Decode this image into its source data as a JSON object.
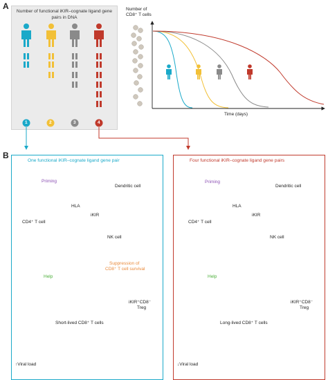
{
  "panel_a": {
    "letter": "A",
    "box_title": "Number of functional iKIR–cognate ligand gene pairs in DNA",
    "numbers": [
      "1",
      "2",
      "3",
      "4"
    ],
    "chart": {
      "ylabel_line1": "Number of",
      "ylabel_line2": "CD8⁺ T cells",
      "xlabel": "Time (days)"
    }
  },
  "panel_b": {
    "letter": "B",
    "left": {
      "title": "One functional iKIR–cognate ligand gene pair",
      "priming": "Priming",
      "dendritic_cell": "Dendritic cell",
      "hla": "HLA",
      "ikir": "iKIR",
      "cd4": "CD4⁺ T cell",
      "nk": "NK cell",
      "help": "Help",
      "suppression_line1": "Suppression of",
      "suppression_line2": "CD8⁺ T cell survival",
      "treg_line1": "iKIR⁺CD8⁻",
      "treg_line2": "Treg",
      "cd8_label": "Short-lived CD8⁺ T cells",
      "viral_load": "↑Viral load"
    },
    "right": {
      "title": "Four functional iKIR–cognate ligand gene pairs",
      "priming": "Priming",
      "dendritic_cell": "Dendritic cell",
      "hla": "HLA",
      "ikir": "iKIR",
      "cd4": "CD4⁺ T cell",
      "nk": "NK cell",
      "help": "Help",
      "treg_line1": "iKIR⁺CD8⁻",
      "treg_line2": "Treg",
      "cd8_label": "Long-lived CD8⁺ T cells",
      "viral_load": "↓Viral load"
    }
  },
  "colors": {
    "teal": "#1aa9c9",
    "yellow": "#f2c037",
    "grey": "#8a8a8a",
    "red": "#c0392b",
    "purple": "#8b4fb3",
    "green": "#4caf3a",
    "orange": "#e9893a",
    "salmon": "#e87966",
    "light_teal": "#8fd3e3"
  },
  "icons": [
    "person-icon",
    "dna-pair-icon",
    "virus-icon",
    "dendritic-cell-icon",
    "nk-cell-icon"
  ]
}
